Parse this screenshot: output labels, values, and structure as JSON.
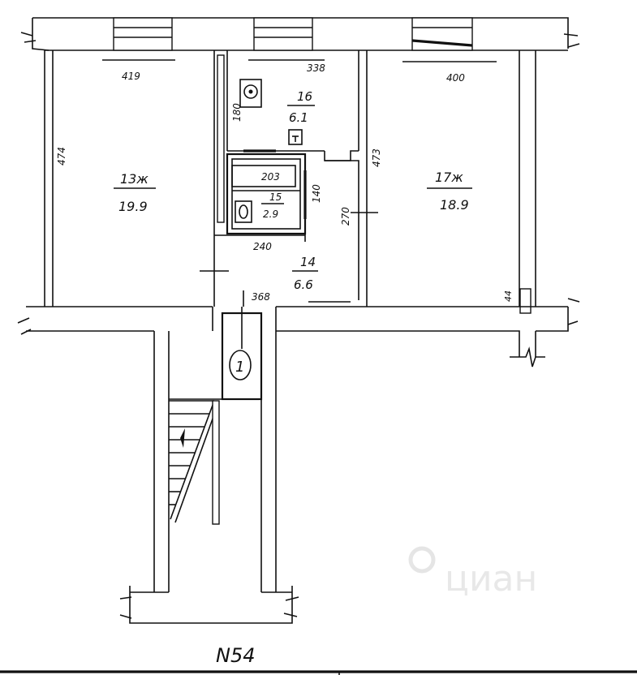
{
  "floor_plan": {
    "plan_number": "N54",
    "watermark": "циан",
    "rooms": [
      {
        "id": "13ж",
        "area": "19.9"
      },
      {
        "id": "16",
        "area": "6.1"
      },
      {
        "id": "15",
        "area": "2.9"
      },
      {
        "id": "14",
        "area": "6.6"
      },
      {
        "id": "17ж",
        "area": "18.9"
      }
    ],
    "dimensions": {
      "room13_width": "419",
      "room13_height": "474",
      "room16_width": "338",
      "room16_side": "180",
      "room17_width": "400",
      "room17_height": "473",
      "bath_width": "203",
      "bath_side": "140",
      "corridor_width": "240",
      "corridor_height": "270",
      "hall_width": "368",
      "wall_thickness": "44"
    },
    "marker": "1"
  }
}
